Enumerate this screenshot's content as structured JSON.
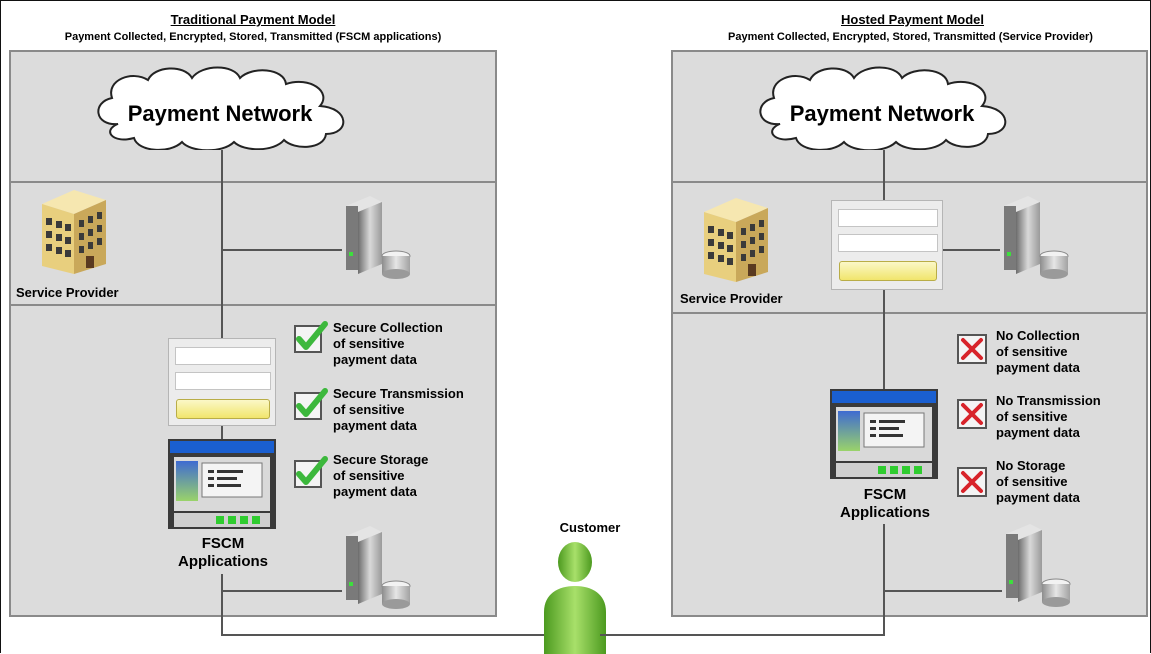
{
  "traditional": {
    "title": "Traditional Payment Model",
    "subtitle": "Payment Collected, Encrypted, Stored, Transmitted (FSCM applications)",
    "cloud_label": "Payment Network",
    "service_provider_label": "Service Provider",
    "app_label_line1": "FSCM",
    "app_label_line2": "Applications",
    "items": [
      {
        "line1": "Secure Collection",
        "line2": "of sensitive",
        "line3": "payment data",
        "status": "check"
      },
      {
        "line1": "Secure Transmission",
        "line2": "of sensitive",
        "line3": "payment data",
        "status": "check"
      },
      {
        "line1": "Secure Storage",
        "line2": "of sensitive",
        "line3": "payment data",
        "status": "check"
      }
    ]
  },
  "hosted": {
    "title": "Hosted Payment Model",
    "subtitle": "Payment Collected, Encrypted, Stored, Transmitted (Service Provider)",
    "cloud_label": "Payment Network",
    "service_provider_label": "Service Provider",
    "app_label_line1": "FSCM",
    "app_label_line2": "Applications",
    "items": [
      {
        "line1": "No Collection",
        "line2": "of sensitive",
        "line3": "payment data",
        "status": "cross"
      },
      {
        "line1": "No Transmission",
        "line2": "of sensitive",
        "line3": "payment data",
        "status": "cross"
      },
      {
        "line1": "No Storage",
        "line2": "of sensitive",
        "line3": "payment data",
        "status": "cross"
      }
    ]
  },
  "customer_label": "Customer",
  "colors": {
    "panel": "#dcdcdc",
    "check": "#3cb83c",
    "cross": "#d8232a",
    "person": "#7dc242"
  }
}
